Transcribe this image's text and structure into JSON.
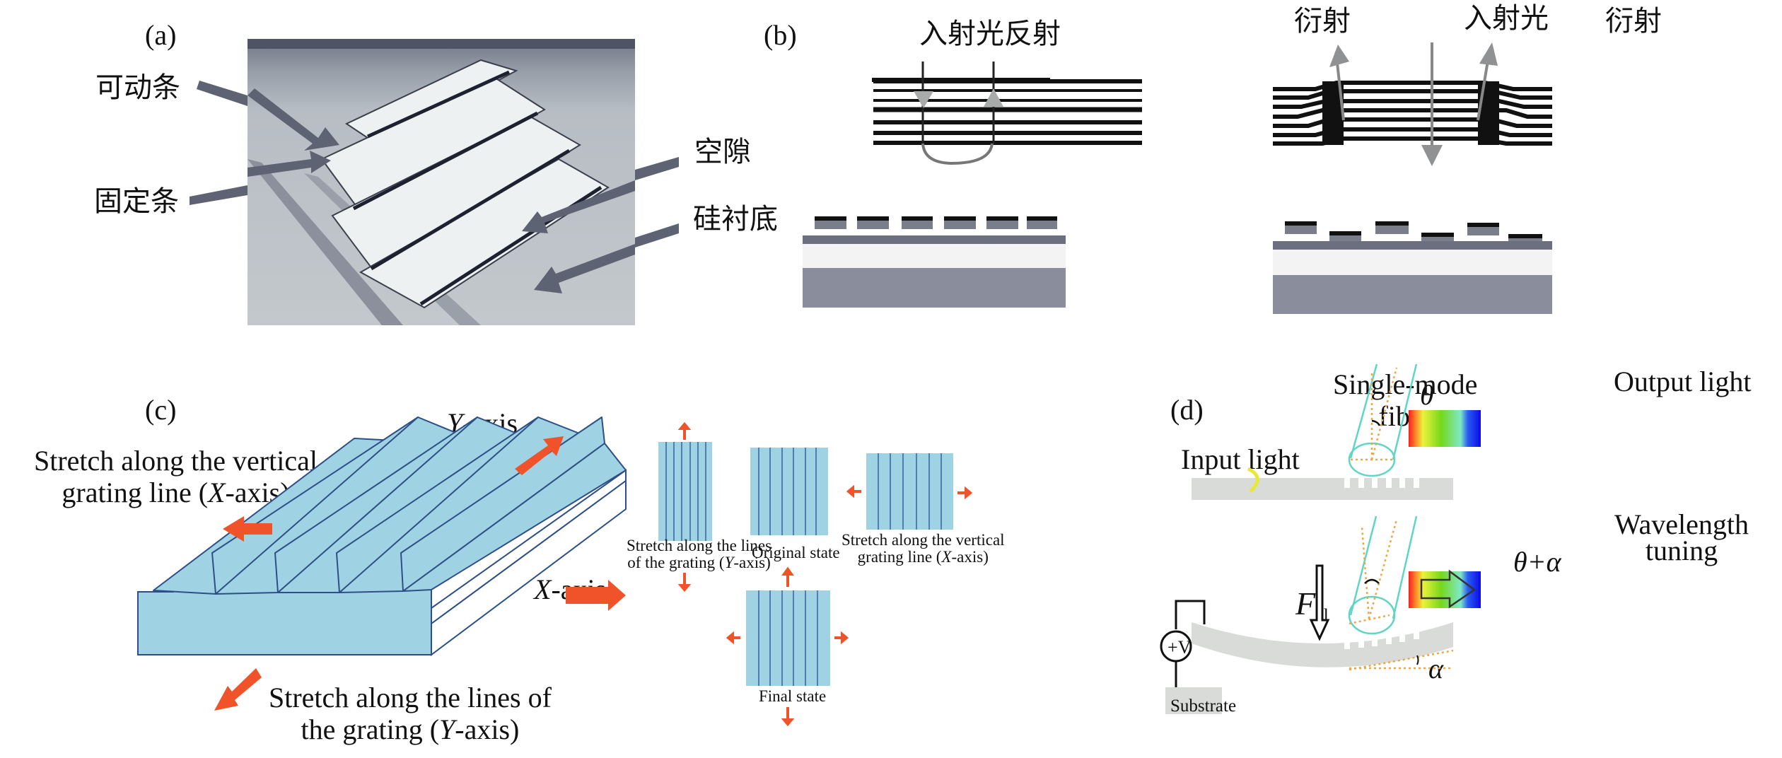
{
  "figure": {
    "panels": {
      "a": {
        "label": "(a)",
        "callouts": {
          "movable_ribbon": "可动条",
          "fixed_ribbon": "固定条",
          "air_gap": "空隙",
          "silicon_substrate": "硅衬底"
        }
      },
      "b": {
        "label": "(b)",
        "left_title": "入射光反射",
        "right_titles": {
          "diffraction_left": "衍射",
          "incident_light": "入射光",
          "diffraction_right": "衍射"
        }
      },
      "c": {
        "label": "(c)",
        "y_axis": "Y",
        "x_axis": "X",
        "axis_suffix": "-axis",
        "stretch_vertical_line1": "Stretch along the vertical",
        "stretch_vertical_line2_pre": "grating line (",
        "stretch_vertical_line2_post": "-axis)",
        "stretch_lines_line1": "Stretch along the lines of",
        "stretch_lines_line2_pre": "the grating (",
        "stretch_lines_line2_post": "-axis)",
        "small_labels": {
          "y_stretch_line1": "Stretch along the lines",
          "y_stretch_line2_pre": "of the grating (",
          "y_stretch_line2_post": "-axis)",
          "original": "Original state",
          "x_stretch_line1": "Stretch along the vertical",
          "x_stretch_line2_pre": "grating line (",
          "x_stretch_line2_post": "-axis)",
          "final": "Final state"
        }
      },
      "d": {
        "label": "(d)",
        "fiber_line1": "Single-mode",
        "fiber_line2": "fiber",
        "output_light": "Output light",
        "input_light": "Input light",
        "theta": "θ",
        "theta_plus_alpha": "θ+α",
        "wavelength_line1": "Wavelength",
        "wavelength_line2": "tuning",
        "force_symbol": "F",
        "force_subscript": "el",
        "voltage": "+V",
        "substrate": "Substrate",
        "alpha": "α"
      }
    },
    "colors": {
      "arrow_orange": "#f0522a",
      "grating_blue": "#9fd3e3",
      "grating_line": "#2d4f86",
      "fiber_cyan": "#5fd6c4",
      "dotted_orange": "#e8a84a",
      "beam_gray": "#d9dbd8"
    }
  }
}
